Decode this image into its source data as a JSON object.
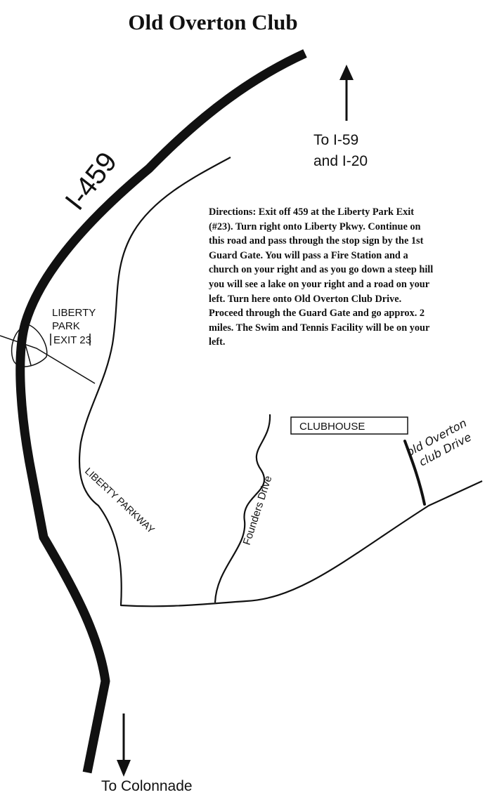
{
  "title": "Old Overton Club",
  "labels": {
    "highway": "I-459",
    "to_north_1": "To I-59",
    "to_north_2": "and I-20",
    "liberty_park_1": "LIBERTY",
    "liberty_park_2": "PARK",
    "exit": "EXIT 23",
    "clubhouse": "CLUBHOUSE",
    "old_overton_1": "old Overton",
    "old_overton_2": "club Drive",
    "founders": "Founders Drive",
    "liberty_parkway": "LIBERTY PARKWAY",
    "to_south": "To Colonnade"
  },
  "directions": "Directions: Exit off 459 at the Liberty Park Exit (#23). Turn right onto Liberty Pkwy. Continue on this road and pass through the stop sign by the 1st Guard Gate. You will pass a Fire Station and a church on your right and as you go down a steep hill you will see a lake on your right and a road on your left. Turn here onto Old Overton Club Drive. Proceed through the Guard Gate and go approx. 2 miles. The Swim and Tennis Facility will be on your left."
}
